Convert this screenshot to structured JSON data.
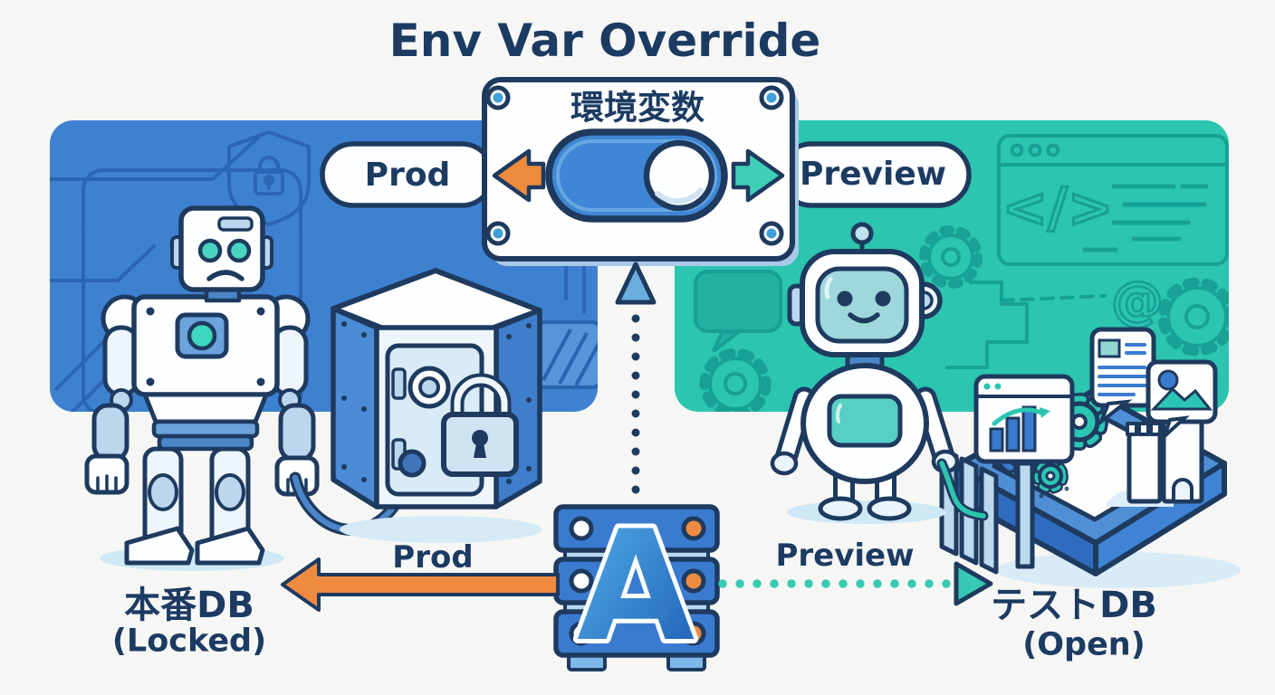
{
  "title": "Env Var Override",
  "toggle_box": {
    "label": "環境変数"
  },
  "pills": {
    "prod": "Prod",
    "preview": "Preview"
  },
  "flows": {
    "prod": {
      "label": "Prod",
      "db_name": "本番DB",
      "db_state": "(Locked)"
    },
    "preview": {
      "label": "Preview",
      "db_name": "テストDB",
      "db_state": "(Open)"
    }
  },
  "icons": {
    "azure_logo": "A",
    "at_symbol": "@",
    "code_tag": "</>"
  },
  "colors": {
    "navy": "#1e3a5f",
    "panel_blue": "#3f81d1",
    "panel_teal": "#2bc5b0",
    "orange": "#ef8b41",
    "teal_arrow": "#3ccfb9",
    "server_blue": "#3a7bd0",
    "light_blue": "#cfe4f4",
    "background": "#f6f7f4"
  }
}
